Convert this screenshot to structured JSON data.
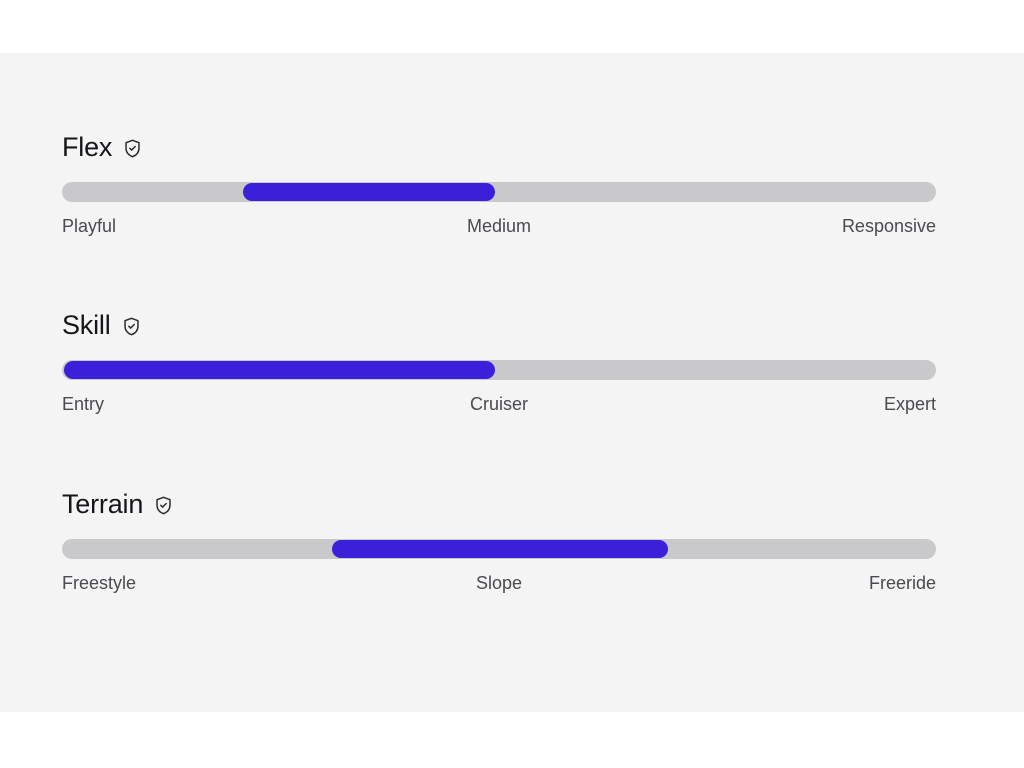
{
  "theme": {
    "page_background": "#ffffff",
    "panel_background": "#f4f4f5",
    "track_color": "#c9c9cb",
    "fill_color": "#3b20d9",
    "title_color": "#16161a",
    "label_color": "#4a4a4f"
  },
  "groups": [
    {
      "id": "flex",
      "title": "Flex",
      "icon": "shield-check-icon",
      "verified": true,
      "range": {
        "start_percent": 20.7,
        "end_percent": 49.5
      },
      "labels": {
        "left": "Playful",
        "center": "Medium",
        "right": "Responsive"
      },
      "selected": "Medium"
    },
    {
      "id": "skill",
      "title": "Skill",
      "icon": "shield-check-icon",
      "verified": true,
      "range": {
        "start_percent": 0,
        "end_percent": 49.5
      },
      "labels": {
        "left": "Entry",
        "center": "Cruiser",
        "right": "Expert"
      },
      "selected": "Cruiser"
    },
    {
      "id": "terrain",
      "title": "Terrain",
      "icon": "shield-check-icon",
      "verified": true,
      "range": {
        "start_percent": 30.9,
        "end_percent": 69.3
      },
      "labels": {
        "left": "Freestyle",
        "center": "Slope",
        "right": "Freeride"
      },
      "selected": "Slope"
    }
  ]
}
